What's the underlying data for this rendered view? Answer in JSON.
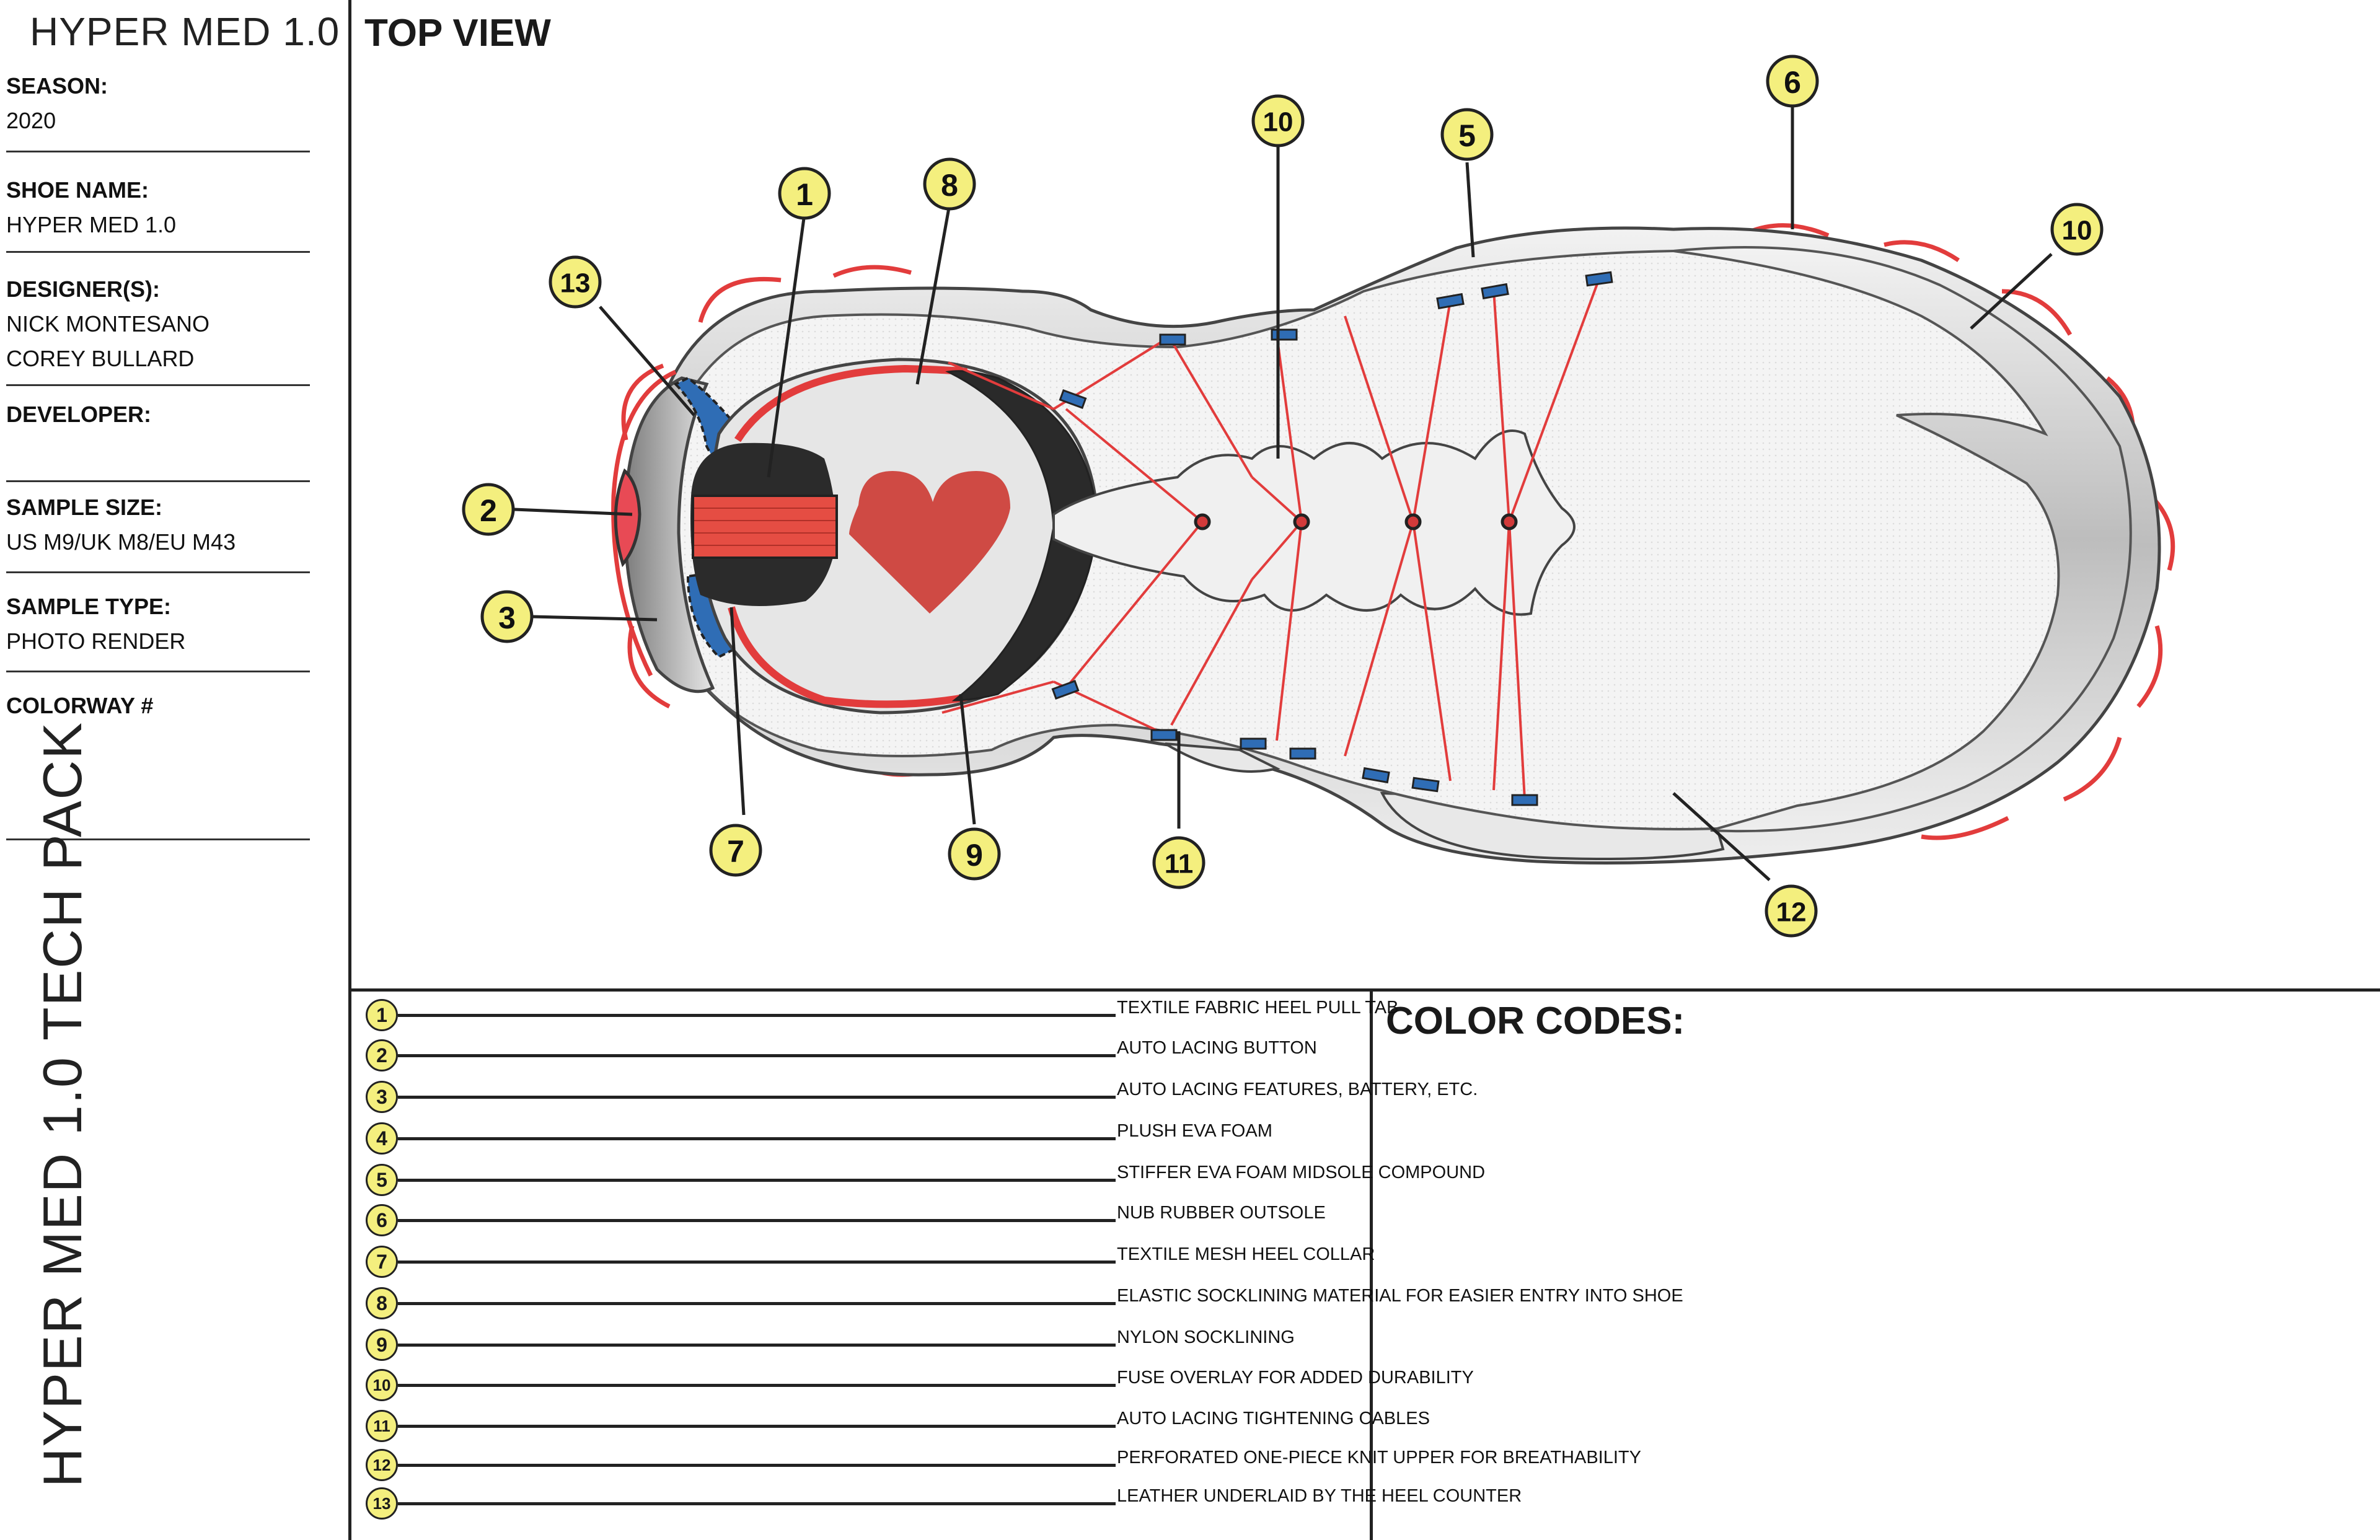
{
  "sidebar": {
    "title": "HYPER MED 1.0",
    "fields": [
      {
        "label": "SEASON:",
        "values": [
          "2020"
        ]
      },
      {
        "label": "SHOE NAME:",
        "values": [
          "HYPER MED 1.0"
        ]
      },
      {
        "label": "DESIGNER(S):",
        "values": [
          "NICK MONTESANO",
          "COREY BULLARD"
        ]
      },
      {
        "label": "DEVELOPER:",
        "values": []
      },
      {
        "label": "SAMPLE SIZE:",
        "values": [
          "US M9/UK M8/EU M43"
        ]
      },
      {
        "label": "SAMPLE TYPE:",
        "values": [
          "PHOTO RENDER"
        ]
      },
      {
        "label": "COLORWAY #",
        "values": []
      }
    ],
    "vertical_title": "HYPER MED 1.0 TECH PACK"
  },
  "top_view": {
    "title": "TOP VIEW",
    "callouts": [
      "1",
      "2",
      "3",
      "5",
      "6",
      "7",
      "8",
      "9",
      "10",
      "10",
      "11",
      "12",
      "13"
    ]
  },
  "legend": [
    {
      "num": "1",
      "text": "TEXTILE FABRIC HEEL PULL TAB"
    },
    {
      "num": "2",
      "text": "AUTO LACING BUTTON"
    },
    {
      "num": "3",
      "text": "AUTO LACING FEATURES, BATTERY, ETC."
    },
    {
      "num": "4",
      "text": "PLUSH EVA FOAM"
    },
    {
      "num": "5",
      "text": "STIFFER EVA FOAM MIDSOLE COMPOUND"
    },
    {
      "num": "6",
      "text": "NUB RUBBER OUTSOLE"
    },
    {
      "num": "7",
      "text": "TEXTILE MESH HEEL COLLAR"
    },
    {
      "num": "8",
      "text": "ELASTIC SOCKLINING MATERIAL FOR EASIER ENTRY INTO SHOE"
    },
    {
      "num": "9",
      "text": "NYLON SOCKLINING"
    },
    {
      "num": "10",
      "text": "FUSE OVERLAY FOR ADDED DURABILITY"
    },
    {
      "num": "11",
      "text": "AUTO LACING TIGHTENING CABLES"
    },
    {
      "num": "12",
      "text": "PERFORATED ONE-PIECE KNIT UPPER FOR BREATHABILITY"
    },
    {
      "num": "13",
      "text": "LEATHER UNDERLAID BY THE HEEL COUNTER"
    }
  ],
  "color_codes": {
    "title": "COLOR CODES:"
  },
  "colors": {
    "callout_fill": "#f4ef7e",
    "accent_red": "#e23c3c",
    "lace_blue": "#2f6db5",
    "heart": "#cf4a44"
  }
}
